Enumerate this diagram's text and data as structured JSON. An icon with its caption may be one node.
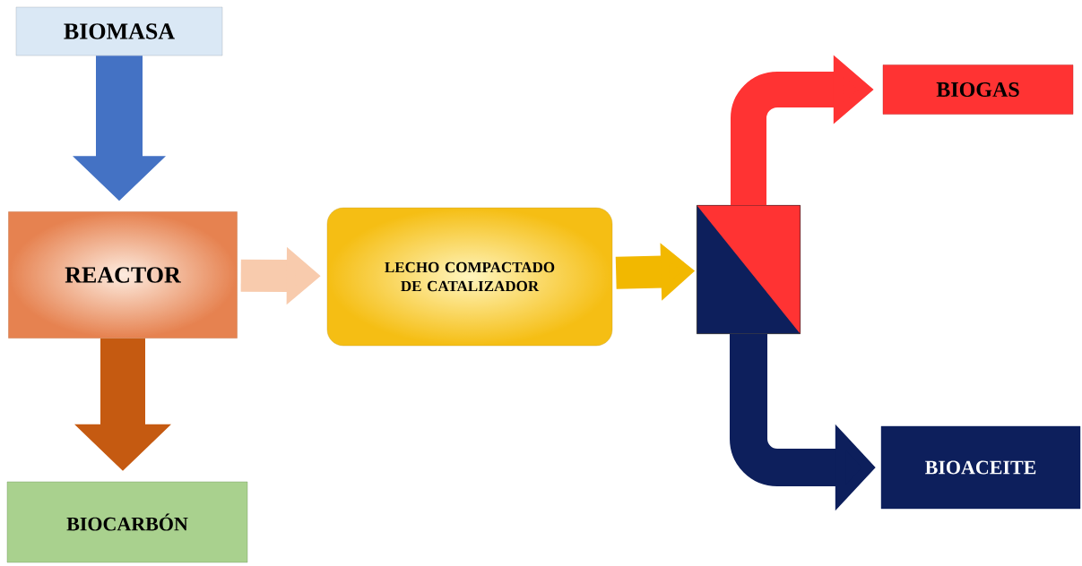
{
  "diagram": {
    "nodes": [
      {
        "text": [
          "BIOMASA"
        ]
      },
      {
        "text": [
          "REACTOR"
        ]
      },
      {
        "text": [
          "LECHO COMPACTADO DE CATALIZADOR"
        ]
      },
      {
        "text": [],
        "shape": "box"
      },
      {
        "text": [
          "BIOGAS"
        ]
      },
      {
        "text": [
          "BIOACEITE"
        ]
      },
      {
        "text": [
          "BIOCARBÓN"
        ]
      }
    ],
    "edges": [
      {
        "from": 0,
        "to": 1,
        "arrow": "to",
        "color": "#4472c4"
      },
      {
        "from": 1,
        "to": 2,
        "arrow": "to",
        "color": "#f8cbad"
      },
      {
        "from": 2,
        "to": 3,
        "arrow": "to",
        "color": "#f2b800"
      },
      {
        "from": 3,
        "to": 4,
        "arrow": "to",
        "color": "#ff3333"
      },
      {
        "from": 3,
        "to": 5,
        "arrow": "to",
        "color": "#0d1f5c"
      },
      {
        "from": 1,
        "to": 6,
        "arrow": "to",
        "color": "#c55a11"
      }
    ]
  }
}
